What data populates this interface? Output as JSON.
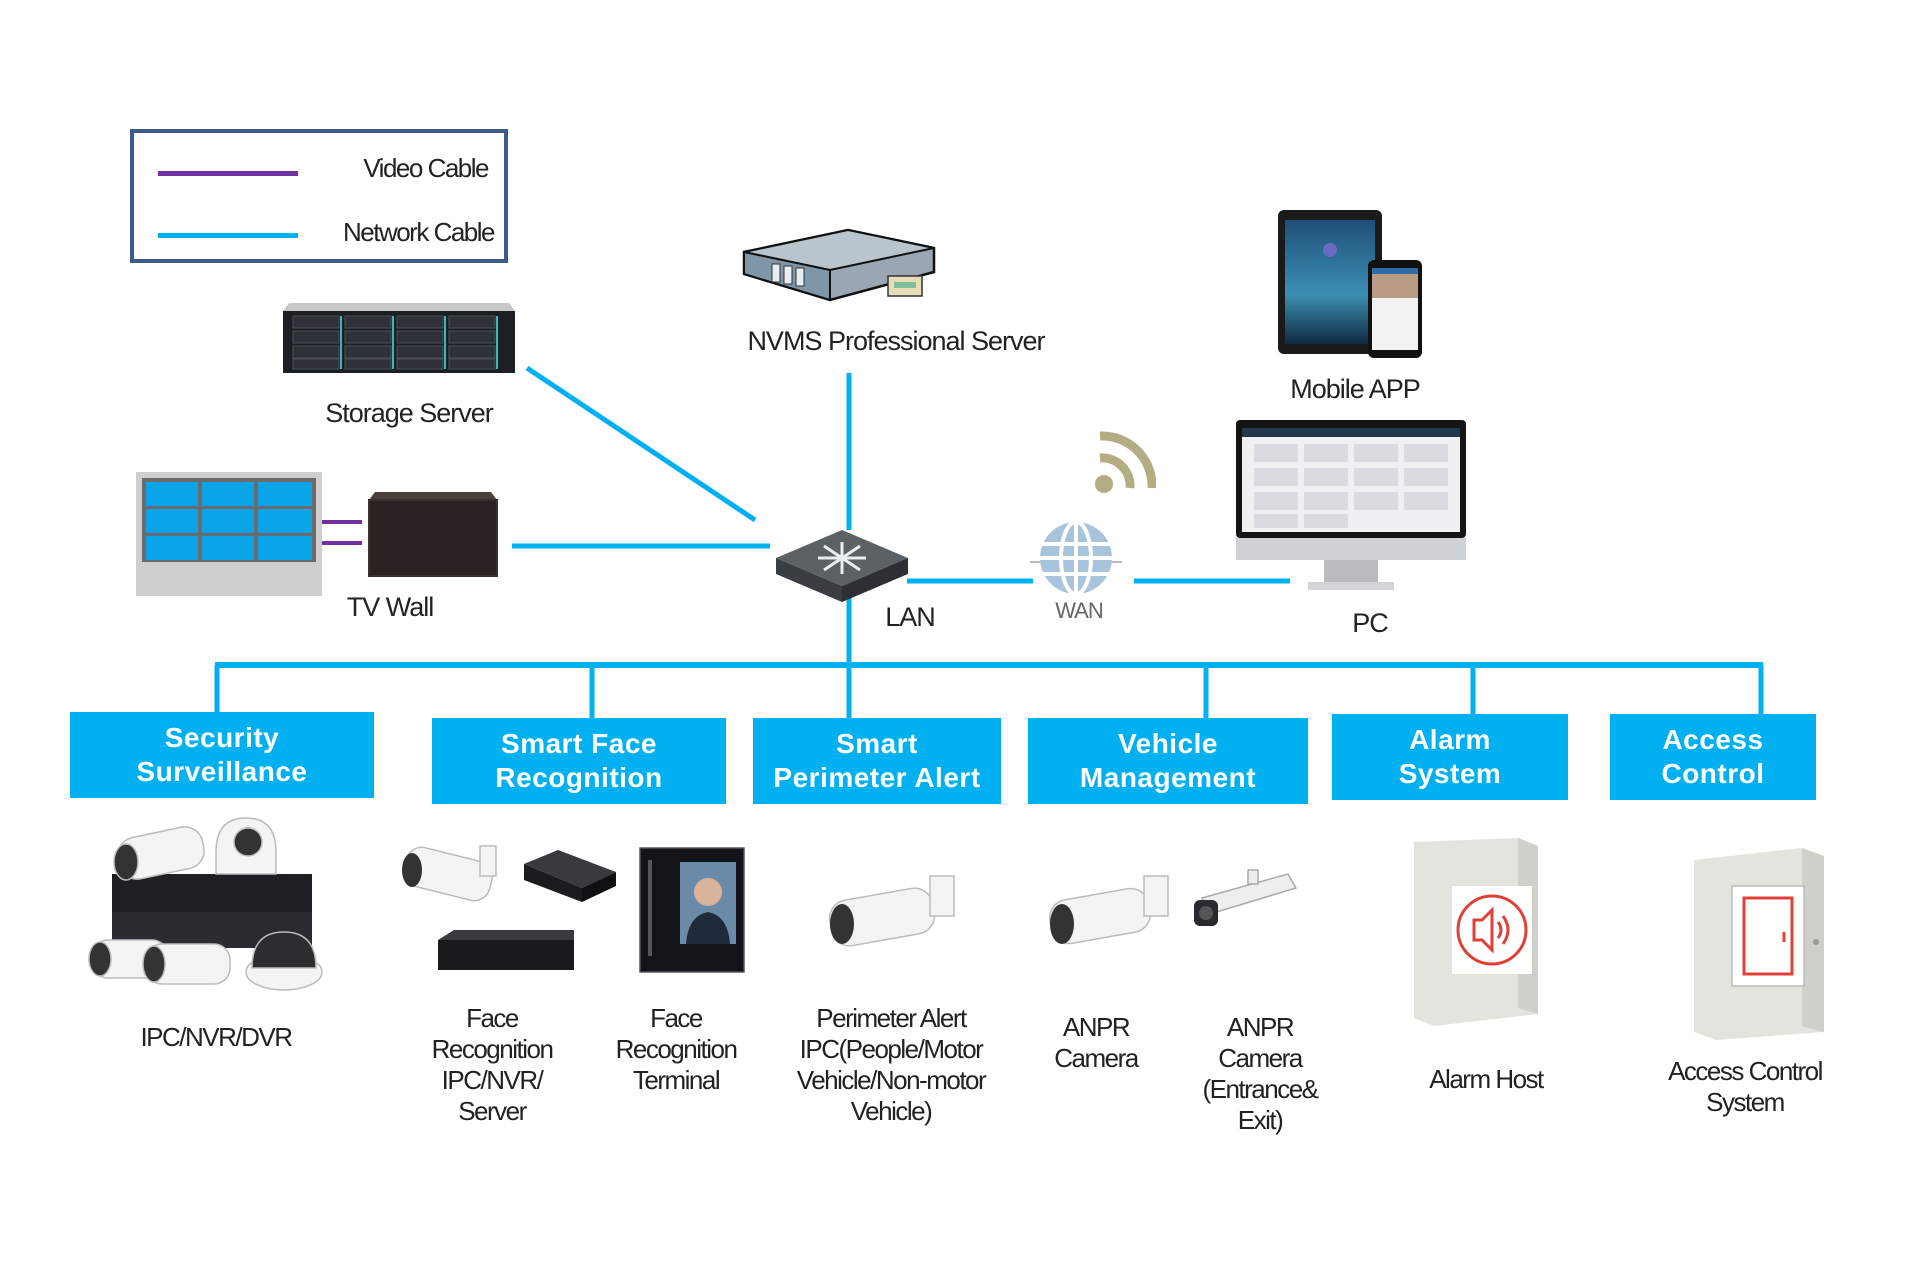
{
  "legend": {
    "items": [
      {
        "label": "Video Cable",
        "color": "#7030a0"
      },
      {
        "label": "Network Cable",
        "color": "#00b0f0"
      }
    ]
  },
  "nodes": {
    "storage_server": "Storage Server",
    "tv_wall": "TV Wall",
    "nvms_server": "NVMS Professional Server",
    "lan_switch": "LAN",
    "wan": "WAN",
    "mobile_app": "Mobile APP",
    "pc": "PC"
  },
  "categories": [
    {
      "title_line1": "Security",
      "title_line2": "Surveillance",
      "devices": [
        {
          "label": "IPC/NVR/DVR"
        }
      ]
    },
    {
      "title_line1": "Smart Face",
      "title_line2": "Recognition",
      "devices": [
        {
          "label": "Face\nRecognition\nIPC/NVR/\nServer"
        },
        {
          "label": "Face\nRecognition\nTerminal"
        }
      ]
    },
    {
      "title_line1": "Smart",
      "title_line2": "Perimeter Alert",
      "devices": [
        {
          "label": "Perimeter Alert\nIPC(People/Motor\nVehicle/Non-motor\nVehicle)"
        }
      ]
    },
    {
      "title_line1": "Vehicle",
      "title_line2": "Management",
      "devices": [
        {
          "label": "ANPR\nCamera"
        },
        {
          "label": "ANPR\nCamera\n(Entrance&\nExit)"
        }
      ]
    },
    {
      "title_line1": "Alarm",
      "title_line2": "System",
      "devices": [
        {
          "label": "Alarm Host"
        }
      ]
    },
    {
      "title_line1": "Access",
      "title_line2": "Control",
      "devices": [
        {
          "label": "Access Control\nSystem"
        }
      ]
    }
  ],
  "colors": {
    "network_cable": "#00b0f0",
    "video_cable": "#7030a0",
    "category_box": "#00b0f0",
    "legend_border": "#3c5a8a"
  }
}
